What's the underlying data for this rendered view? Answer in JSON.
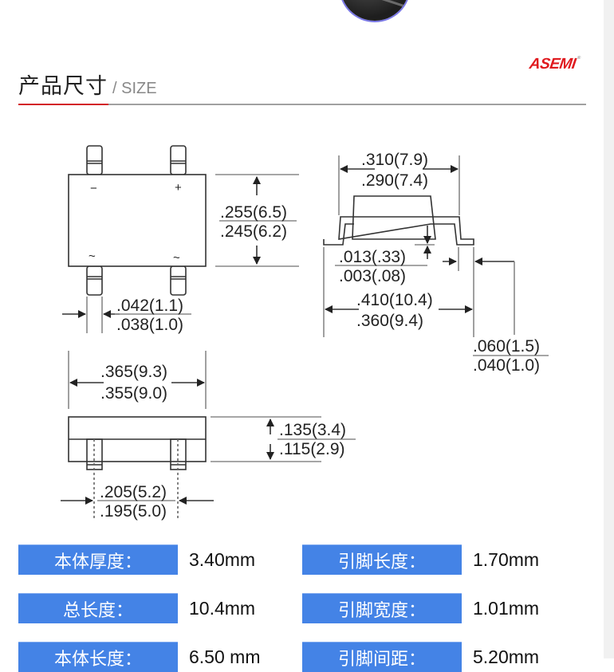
{
  "section": {
    "title_cn": "产品尺寸",
    "title_en": "/ SIZE",
    "brand_logo": "ASEMI",
    "brand_mark": "®"
  },
  "drawing": {
    "top_view": {
      "pin_labels": [
        "−",
        "+",
        "~",
        "~"
      ],
      "height_max": ".255(6.5)",
      "height_min": ".245(6.2)",
      "lead_width_max": ".042(1.1)",
      "lead_width_min": ".038(1.0)"
    },
    "side_view": {
      "body_width_max": ".310(7.9)",
      "body_width_min": ".290(7.4)",
      "standoff_max": ".013(.33)",
      "standoff_min": ".003(.08)",
      "overall_length_max": ".410(10.4)",
      "overall_length_min": ".360(9.4)",
      "foot_length_max": ".060(1.5)",
      "foot_length_min": ".040(1.0)"
    },
    "front_view": {
      "body_length_max": ".365(9.3)",
      "body_length_min": ".355(9.0)",
      "thickness_max": ".135(3.4)",
      "thickness_min": ".115(2.9)",
      "pin_pitch_max": ".205(5.2)",
      "pin_pitch_min": ".195(5.0)"
    }
  },
  "specs": [
    {
      "label": "本体厚度：",
      "value": "3.40mm"
    },
    {
      "label": "引脚长度：",
      "value": "1.70mm"
    },
    {
      "label": "总长度：",
      "value": "10.4mm"
    },
    {
      "label": "引脚宽度：",
      "value": "1.01mm"
    },
    {
      "label": "本体长度：",
      "value": "6.50 mm"
    },
    {
      "label": "引脚间距：",
      "value": "5.20mm"
    }
  ],
  "colors": {
    "accent_red": "#d32027",
    "label_blue": "#4483e6",
    "logo_red": "#e01a1f"
  }
}
